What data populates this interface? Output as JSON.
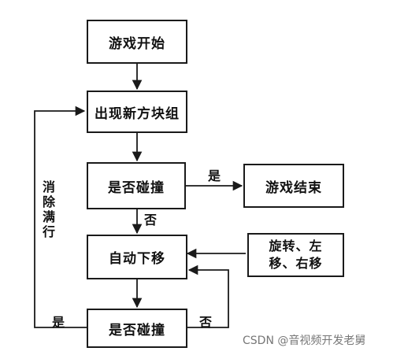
{
  "nodes": {
    "start": "游戏开始",
    "spawn": "出现新方块组",
    "check1": "是否碰撞",
    "end": "游戏结束",
    "fall": "自动下移",
    "controls_line1": "旋转、左",
    "controls_line2": "移、右移",
    "check2": "是否碰撞"
  },
  "edge_labels": {
    "yes_to_end": "是",
    "no_to_fall": "否",
    "no_loop": "否",
    "yes_loop": "是",
    "clear_rows": "消除满行"
  },
  "watermark": "CSDN @音视频开发老舅"
}
